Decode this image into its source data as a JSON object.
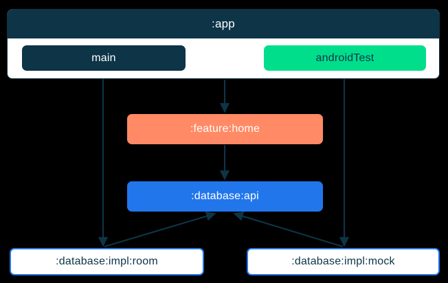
{
  "diagram": {
    "type": "module-dependency-graph",
    "background": "#000000",
    "container": {
      "title": ":app",
      "header_color": "#0d3447",
      "body_color": "#ffffff",
      "source_sets": [
        {
          "label": "main",
          "fill": "#0d3447",
          "text_color": "#ffffff"
        },
        {
          "label": "androidTest",
          "fill": "#00de8c",
          "text_color": "#0d3447"
        }
      ]
    },
    "nodes": [
      {
        "id": "feature-home",
        "label": ":feature:home",
        "fill": "#ff8a65",
        "text_color": "#ffffff"
      },
      {
        "id": "database-api",
        "label": ":database:api",
        "fill": "#2176ec",
        "text_color": "#ffffff"
      },
      {
        "id": "database-impl-room",
        "label": ":database:impl:room",
        "fill": "#ffffff",
        "border": "#2176ec",
        "text_color": "#0d3447"
      },
      {
        "id": "database-impl-mock",
        "label": ":database:impl:mock",
        "fill": "#ffffff",
        "border": "#2176ec",
        "text_color": "#0d3447"
      }
    ],
    "edges": [
      {
        "from": "app",
        "to": "feature-home"
      },
      {
        "from": "feature-home",
        "to": "database-api"
      },
      {
        "from": "main",
        "to": "database-impl-room"
      },
      {
        "from": "androidTest",
        "to": "database-impl-mock"
      },
      {
        "from": "database-impl-room",
        "to": "database-api"
      },
      {
        "from": "database-impl-mock",
        "to": "database-api"
      }
    ],
    "edge_color": "#0d3447"
  }
}
